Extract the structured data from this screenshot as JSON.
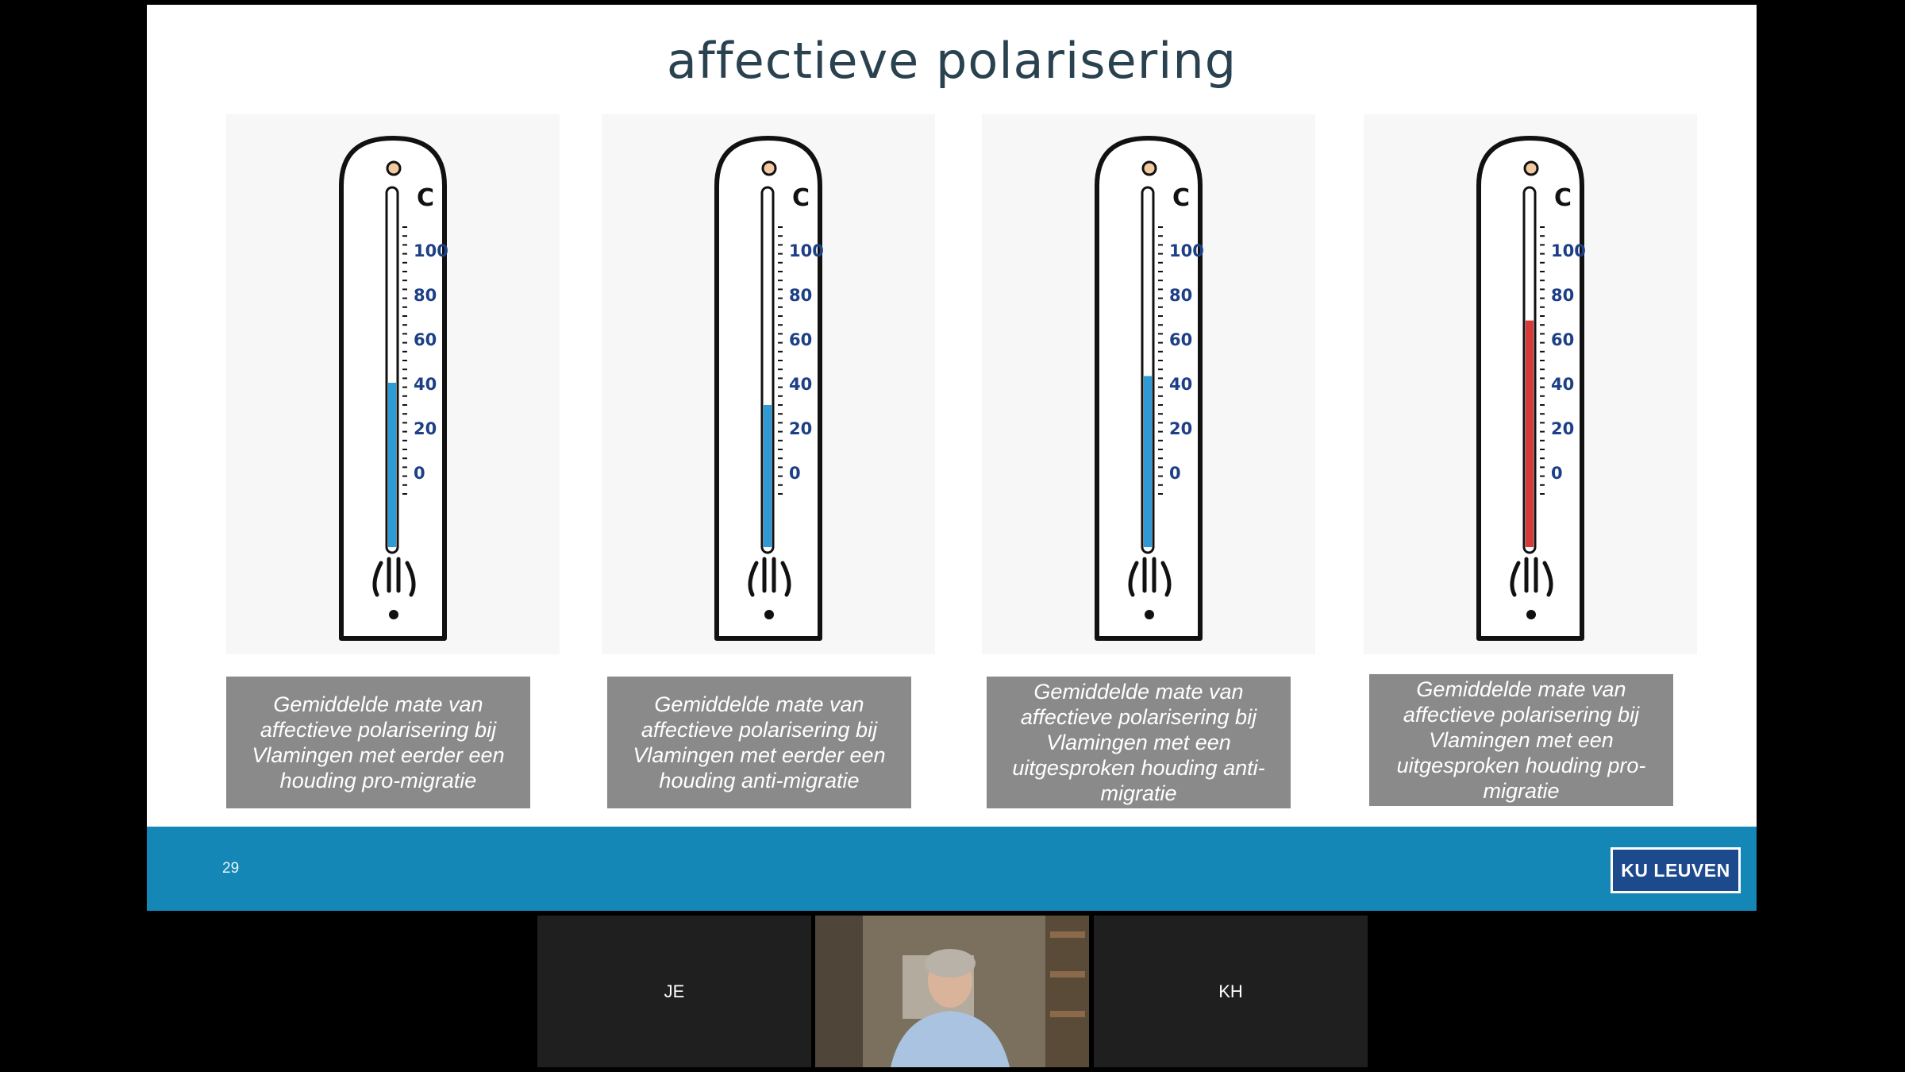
{
  "slide": {
    "title": "affectieve polarisering",
    "number": "29",
    "logo": "KU LEUVEN",
    "thermometers": [
      {
        "unit": "C",
        "level": 40,
        "fluid_color": "#2e9ad6",
        "ticks": [
          "100",
          "80",
          "60",
          "40",
          "20",
          "0"
        ],
        "caption": "Gemiddelde mate van affectieve polarisering bij Vlamingen met eerder een houding pro-migratie"
      },
      {
        "unit": "C",
        "level": 30,
        "fluid_color": "#2e9ad6",
        "ticks": [
          "100",
          "80",
          "60",
          "40",
          "20",
          "0"
        ],
        "caption": "Gemiddelde mate van affectieve polarisering bij Vlamingen met eerder een houding anti-migratie"
      },
      {
        "unit": "C",
        "level": 43,
        "fluid_color": "#2e9ad6",
        "ticks": [
          "100",
          "80",
          "60",
          "40",
          "20",
          "0"
        ],
        "caption": "Gemiddelde mate van affectieve polarisering bij Vlamingen met een uitgesproken houding anti-migratie"
      },
      {
        "unit": "C",
        "level": 68,
        "fluid_color": "#d63a3a",
        "ticks": [
          "100",
          "80",
          "60",
          "40",
          "20",
          "0"
        ],
        "caption": "Gemiddelde mate van affectieve polarisering bij Vlamingen met een uitgesproken houding pro-migratie"
      }
    ]
  },
  "participants": [
    {
      "initials": "JE",
      "video": false
    },
    {
      "initials": "",
      "video": true
    },
    {
      "initials": "KH",
      "video": false
    }
  ]
}
